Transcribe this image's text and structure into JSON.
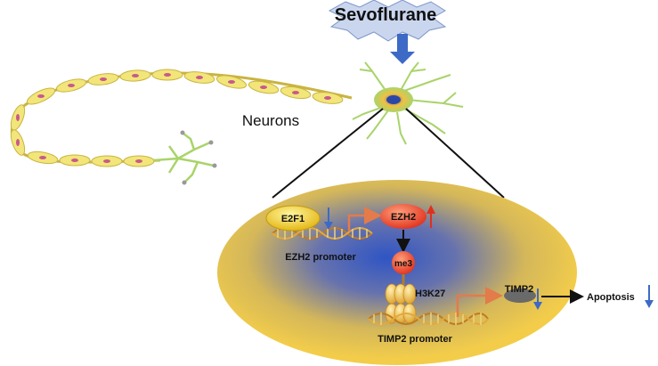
{
  "trigger": {
    "label": "Sevoflurane"
  },
  "cell": {
    "label": "Neurons"
  },
  "nucleus": {
    "e2f1": "E2F1",
    "ezh2": "EZH2",
    "ezh2_promoter": "EZH2 promoter",
    "me3": "me3",
    "h3k27": "H3K27",
    "timp2_promoter": "TIMP2 promoter",
    "timp2": "TIMP2",
    "apoptosis": "Apoptosis"
  },
  "regulation": {
    "e2f1": "down",
    "ezh2": "up",
    "timp2": "down",
    "apoptosis": "down"
  },
  "colors": {
    "nucleus_yellow": "#f3cd4a",
    "nucleus_blue": "#2f55c4",
    "arrow_blue": "#3c6ac6",
    "arrow_red": "#e0301c",
    "arrow_orange": "#e37b4a",
    "axon_yellow": "#f2e57a",
    "cell_green": "#a9d46a"
  }
}
